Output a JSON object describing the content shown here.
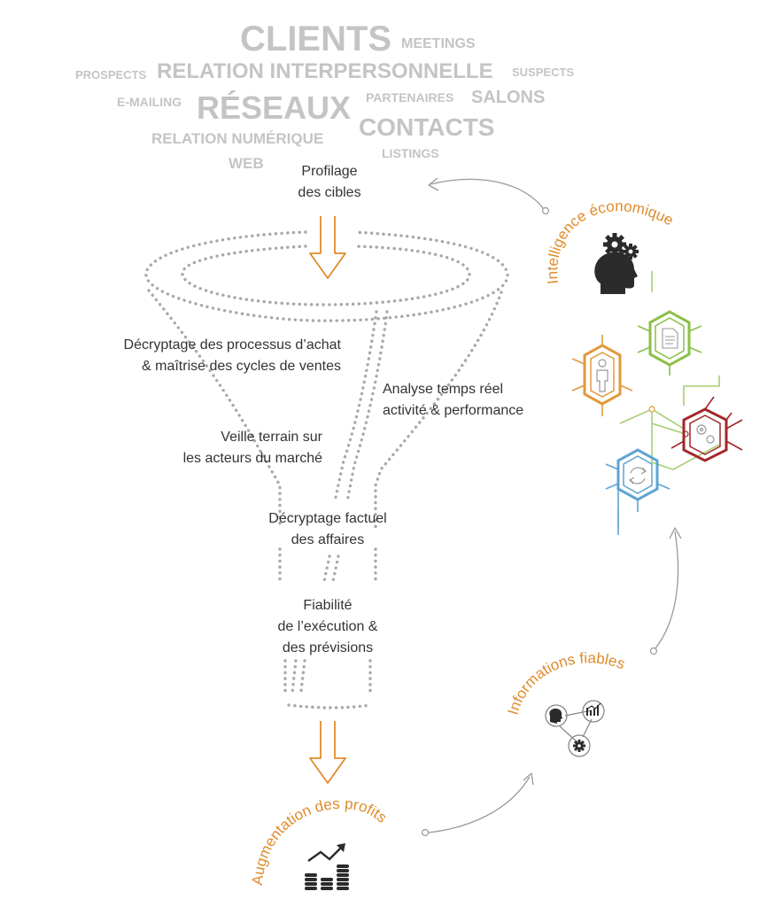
{
  "word_cloud": [
    {
      "text": "CLIENTS",
      "size": 40
    },
    {
      "text": "MEETINGS",
      "size": 16
    },
    {
      "text": "PROSPECTS",
      "size": 13
    },
    {
      "text": "RELATION INTERPERSONNELLE",
      "size": 24
    },
    {
      "text": "SUSPECTS",
      "size": 13
    },
    {
      "text": "E-MAILING",
      "size": 14
    },
    {
      "text": "RÉSEAUX",
      "size": 36
    },
    {
      "text": "PARTENAIRES",
      "size": 14
    },
    {
      "text": "SALONS",
      "size": 20
    },
    {
      "text": "CONTACTS",
      "size": 28
    },
    {
      "text": "RELATION NUMÉRIQUE",
      "size": 17
    },
    {
      "text": "WEB",
      "size": 17
    },
    {
      "text": "LISTINGS",
      "size": 14
    }
  ],
  "funnel_labels": {
    "profilage_line1": "Profilage",
    "profilage_line2": "des cibles",
    "decryptage_processus_line1": "Décryptage des processus d’achat",
    "decryptage_processus_line2": "& maîtrise des cycles de ventes",
    "analyse_line1": "Analyse temps réel",
    "analyse_line2": "activité & performance",
    "veille_line1": "Veille terrain sur",
    "veille_line2": "les acteurs du marché",
    "decryptage_factuel_line1": "Décryptage  factuel",
    "decryptage_factuel_line2": "des affaires",
    "fiabilite_line1": "Fiabilité",
    "fiabilite_line2": "de l’exécution &",
    "fiabilite_line3": "des prévisions"
  },
  "cycle_labels": {
    "intelligence": "Intelligence économique",
    "informations": "Informations fiables",
    "augmentation": "Augmentation des profits"
  },
  "icons": {
    "intelligence": "head-gears-icon",
    "informations": "network-icon",
    "augmentation": "coins-growth-icon"
  },
  "hex_nodes": [
    {
      "name": "person-hex",
      "color": "#e09a3c",
      "icon": "person-icon"
    },
    {
      "name": "document-hex",
      "color": "#8cbf4a",
      "icon": "document-icon"
    },
    {
      "name": "gears-hex",
      "color": "#a3272b",
      "icon": "gears-icon"
    },
    {
      "name": "refresh-hex",
      "color": "#5fa3d3",
      "icon": "refresh-icon"
    }
  ],
  "colors": {
    "accent": "#e08b2a",
    "cloud": "#c4c4c4",
    "funnel_dots": "#a8a8a8",
    "text": "#333333",
    "icon_dark": "#2b2b2b"
  }
}
